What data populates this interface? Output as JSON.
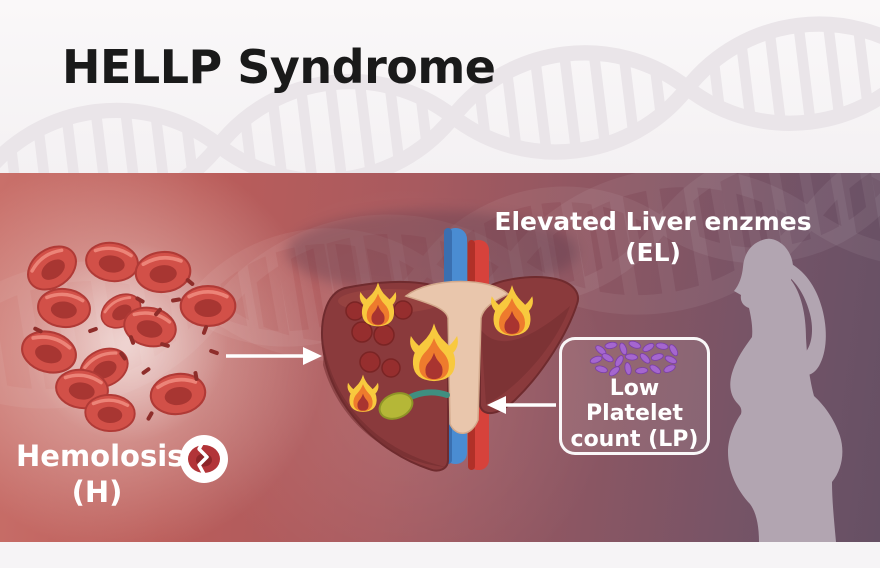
{
  "title": "HELLP Syndrome",
  "sections": {
    "hemolysis": {
      "label": "Hemolosis",
      "abbrev": "(H)"
    },
    "elevated_liver_enzymes": {
      "label": "Elevated Liver enzmes",
      "abbrev": "(EL)"
    },
    "low_platelet": {
      "line1": "Low Platelet",
      "line2": "count (LP)"
    }
  },
  "icons": {
    "hemolysis_icon": "broken-red-blood-cell",
    "flame_icon": "flame",
    "right_arrow_icon": "right-arrow",
    "left_arrow_icon": "left-arrow",
    "dna_decoration": "dna-helix",
    "red_blood_cells": "hemolyzing-red-blood-cells",
    "liver_illustration": "inflamed-liver-with-vessels-and-gallbladder",
    "platelets_illustration": "purple-platelets",
    "silhouette": "pregnant-woman-profile"
  },
  "colors": {
    "band_red": "#bb5d5a",
    "band_purple": "#665064",
    "top_band": "#f8f6f7",
    "title_text": "#1a1a1a",
    "label_text": "#ffffff",
    "liver_body": "#8a3a3c",
    "liver_cleft_cream": "#e9c6ac",
    "flame_yellow": "#f8c93e",
    "flame_orange": "#ee7b2d",
    "flame_core": "#a93430",
    "vessel_blue": "#4a8cd2",
    "vessel_red": "#d7423b",
    "blood_cell": "#d25048",
    "platelet": "#a566cf",
    "gallbladder": "#b5b737",
    "silhouette": "#b2a5b1"
  }
}
